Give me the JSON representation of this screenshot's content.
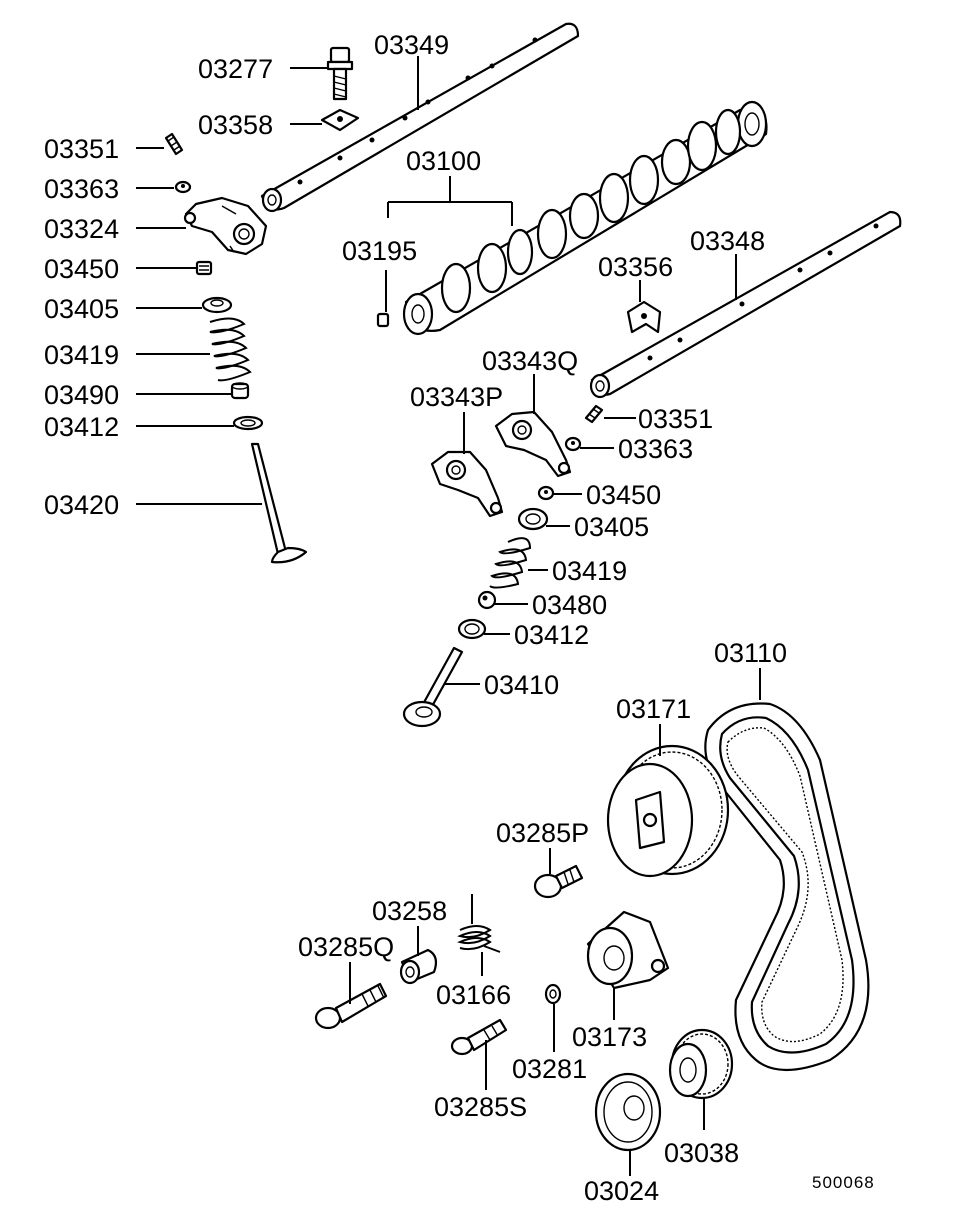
{
  "diagram_code": "500068",
  "callouts": {
    "c03349": "03349",
    "c03277": "03277",
    "c03358": "03358",
    "c03351_l": "03351",
    "c03363_l": "03363",
    "c03324": "03324",
    "c03450_l": "03450",
    "c03405_l": "03405",
    "c03419_l": "03419",
    "c03490": "03490",
    "c03412_l": "03412",
    "c03420": "03420",
    "c03100": "03100",
    "c03195": "03195",
    "c03356": "03356",
    "c03348": "03348",
    "c03343Q": "03343Q",
    "c03343P": "03343P",
    "c03351_r": "03351",
    "c03363_r": "03363",
    "c03450_r": "03450",
    "c03405_r": "03405",
    "c03419_r": "03419",
    "c03480": "03480",
    "c03412_r": "03412",
    "c03410": "03410",
    "c03110": "03110",
    "c03171": "03171",
    "c03285P": "03285P",
    "c03258": "03258",
    "c03285Q": "03285Q",
    "c03166": "03166",
    "c03173": "03173",
    "c03281": "03281",
    "c03285S": "03285S",
    "c03038": "03038",
    "c03024": "03024"
  }
}
